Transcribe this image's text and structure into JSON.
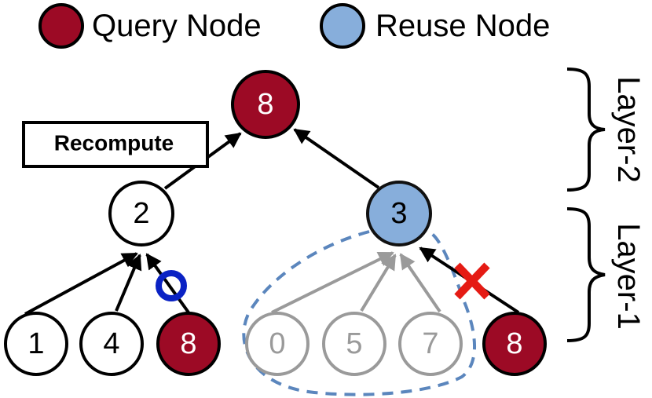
{
  "legend": {
    "query_label": "Query Node",
    "reuse_label": "Reuse Node"
  },
  "colors": {
    "query": "#9c0a25",
    "reuse": "#87aedb",
    "reuse_outline": "#111111",
    "gray": "#9a9a9a",
    "dashed": "#5b86bd",
    "ok_mark": "#0a22c4",
    "cross_mark": "#e51b14"
  },
  "nodes": {
    "root": "8",
    "mid_left": "2",
    "mid_right": "3",
    "leaf_1": "1",
    "leaf_2": "4",
    "leaf_3": "8",
    "leaf_4": "0",
    "leaf_5": "5",
    "leaf_6": "7",
    "leaf_7": "8"
  },
  "recompute_label": "Recompute",
  "layers": {
    "layer2": "Layer-2",
    "layer1": "Layer-1"
  }
}
